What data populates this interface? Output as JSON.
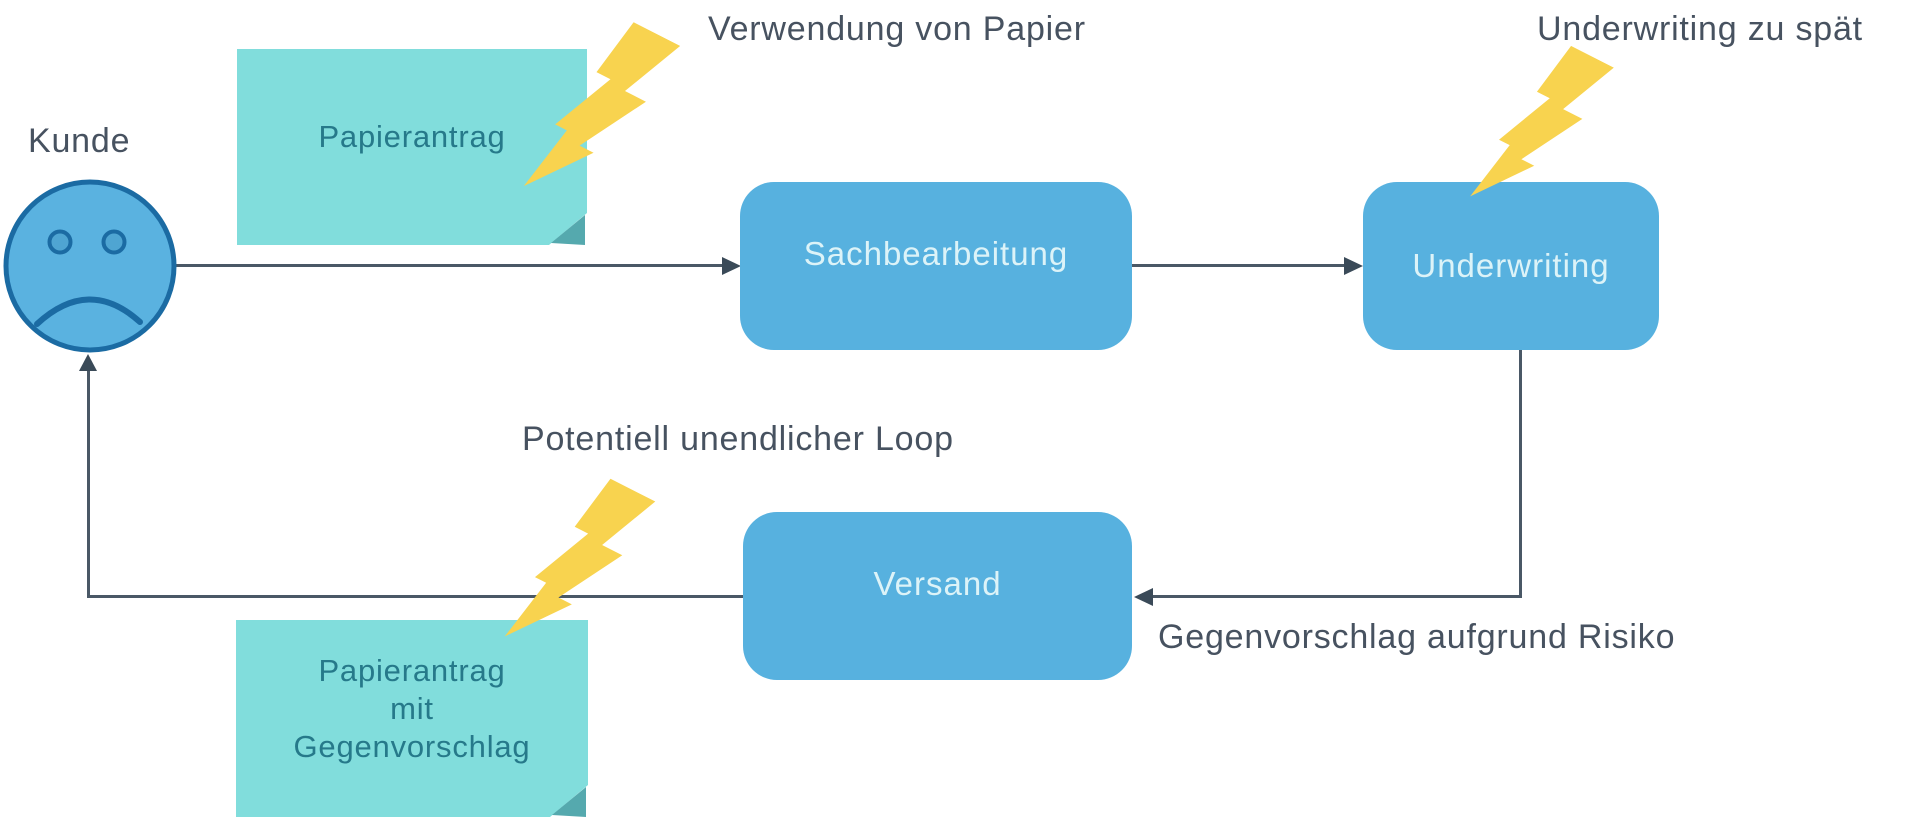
{
  "diagram": {
    "title_hint": "Paper-based insurance process flow with pain points",
    "actor": {
      "label": "Kunde"
    },
    "process_boxes": [
      {
        "id": "sachbearbeitung",
        "label": "Sachbearbeitung"
      },
      {
        "id": "underwriting",
        "label": "Underwriting"
      },
      {
        "id": "versand",
        "label": "Versand"
      }
    ],
    "sticky_notes": [
      {
        "id": "papierantrag",
        "lines": [
          "Papierantrag"
        ]
      },
      {
        "id": "papierantrag-mit-gegenvorschlag",
        "lines": [
          "Papierantrag",
          "mit",
          "Gegenvorschlag"
        ]
      }
    ],
    "pain_point_labels": [
      {
        "id": "verwendung-von-papier",
        "label": "Verwendung von Papier"
      },
      {
        "id": "underwriting-zu-spaet",
        "label": "Underwriting zu spät"
      },
      {
        "id": "potentiell-unendlicher-loop",
        "label": "Potentiell unendlicher Loop"
      },
      {
        "id": "gegenvorschlag-aufgrund-risiko",
        "label": "Gegenvorschlag aufgrund Risiko"
      }
    ],
    "colors": {
      "process_box_fill": "#57B1DF",
      "process_box_text": "#DCF3F8",
      "sticky_note_fill": "#81DDDC",
      "sticky_note_text": "#26798A",
      "sticky_note_fold": "#55A9AE",
      "lightning_bolt": "#F8D34F",
      "connector_line": "#4A5866",
      "label_text": "#475260",
      "face_fill": "#5AB2E0",
      "face_stroke": "#1B6BA3",
      "background": "#FFFFFF"
    }
  }
}
